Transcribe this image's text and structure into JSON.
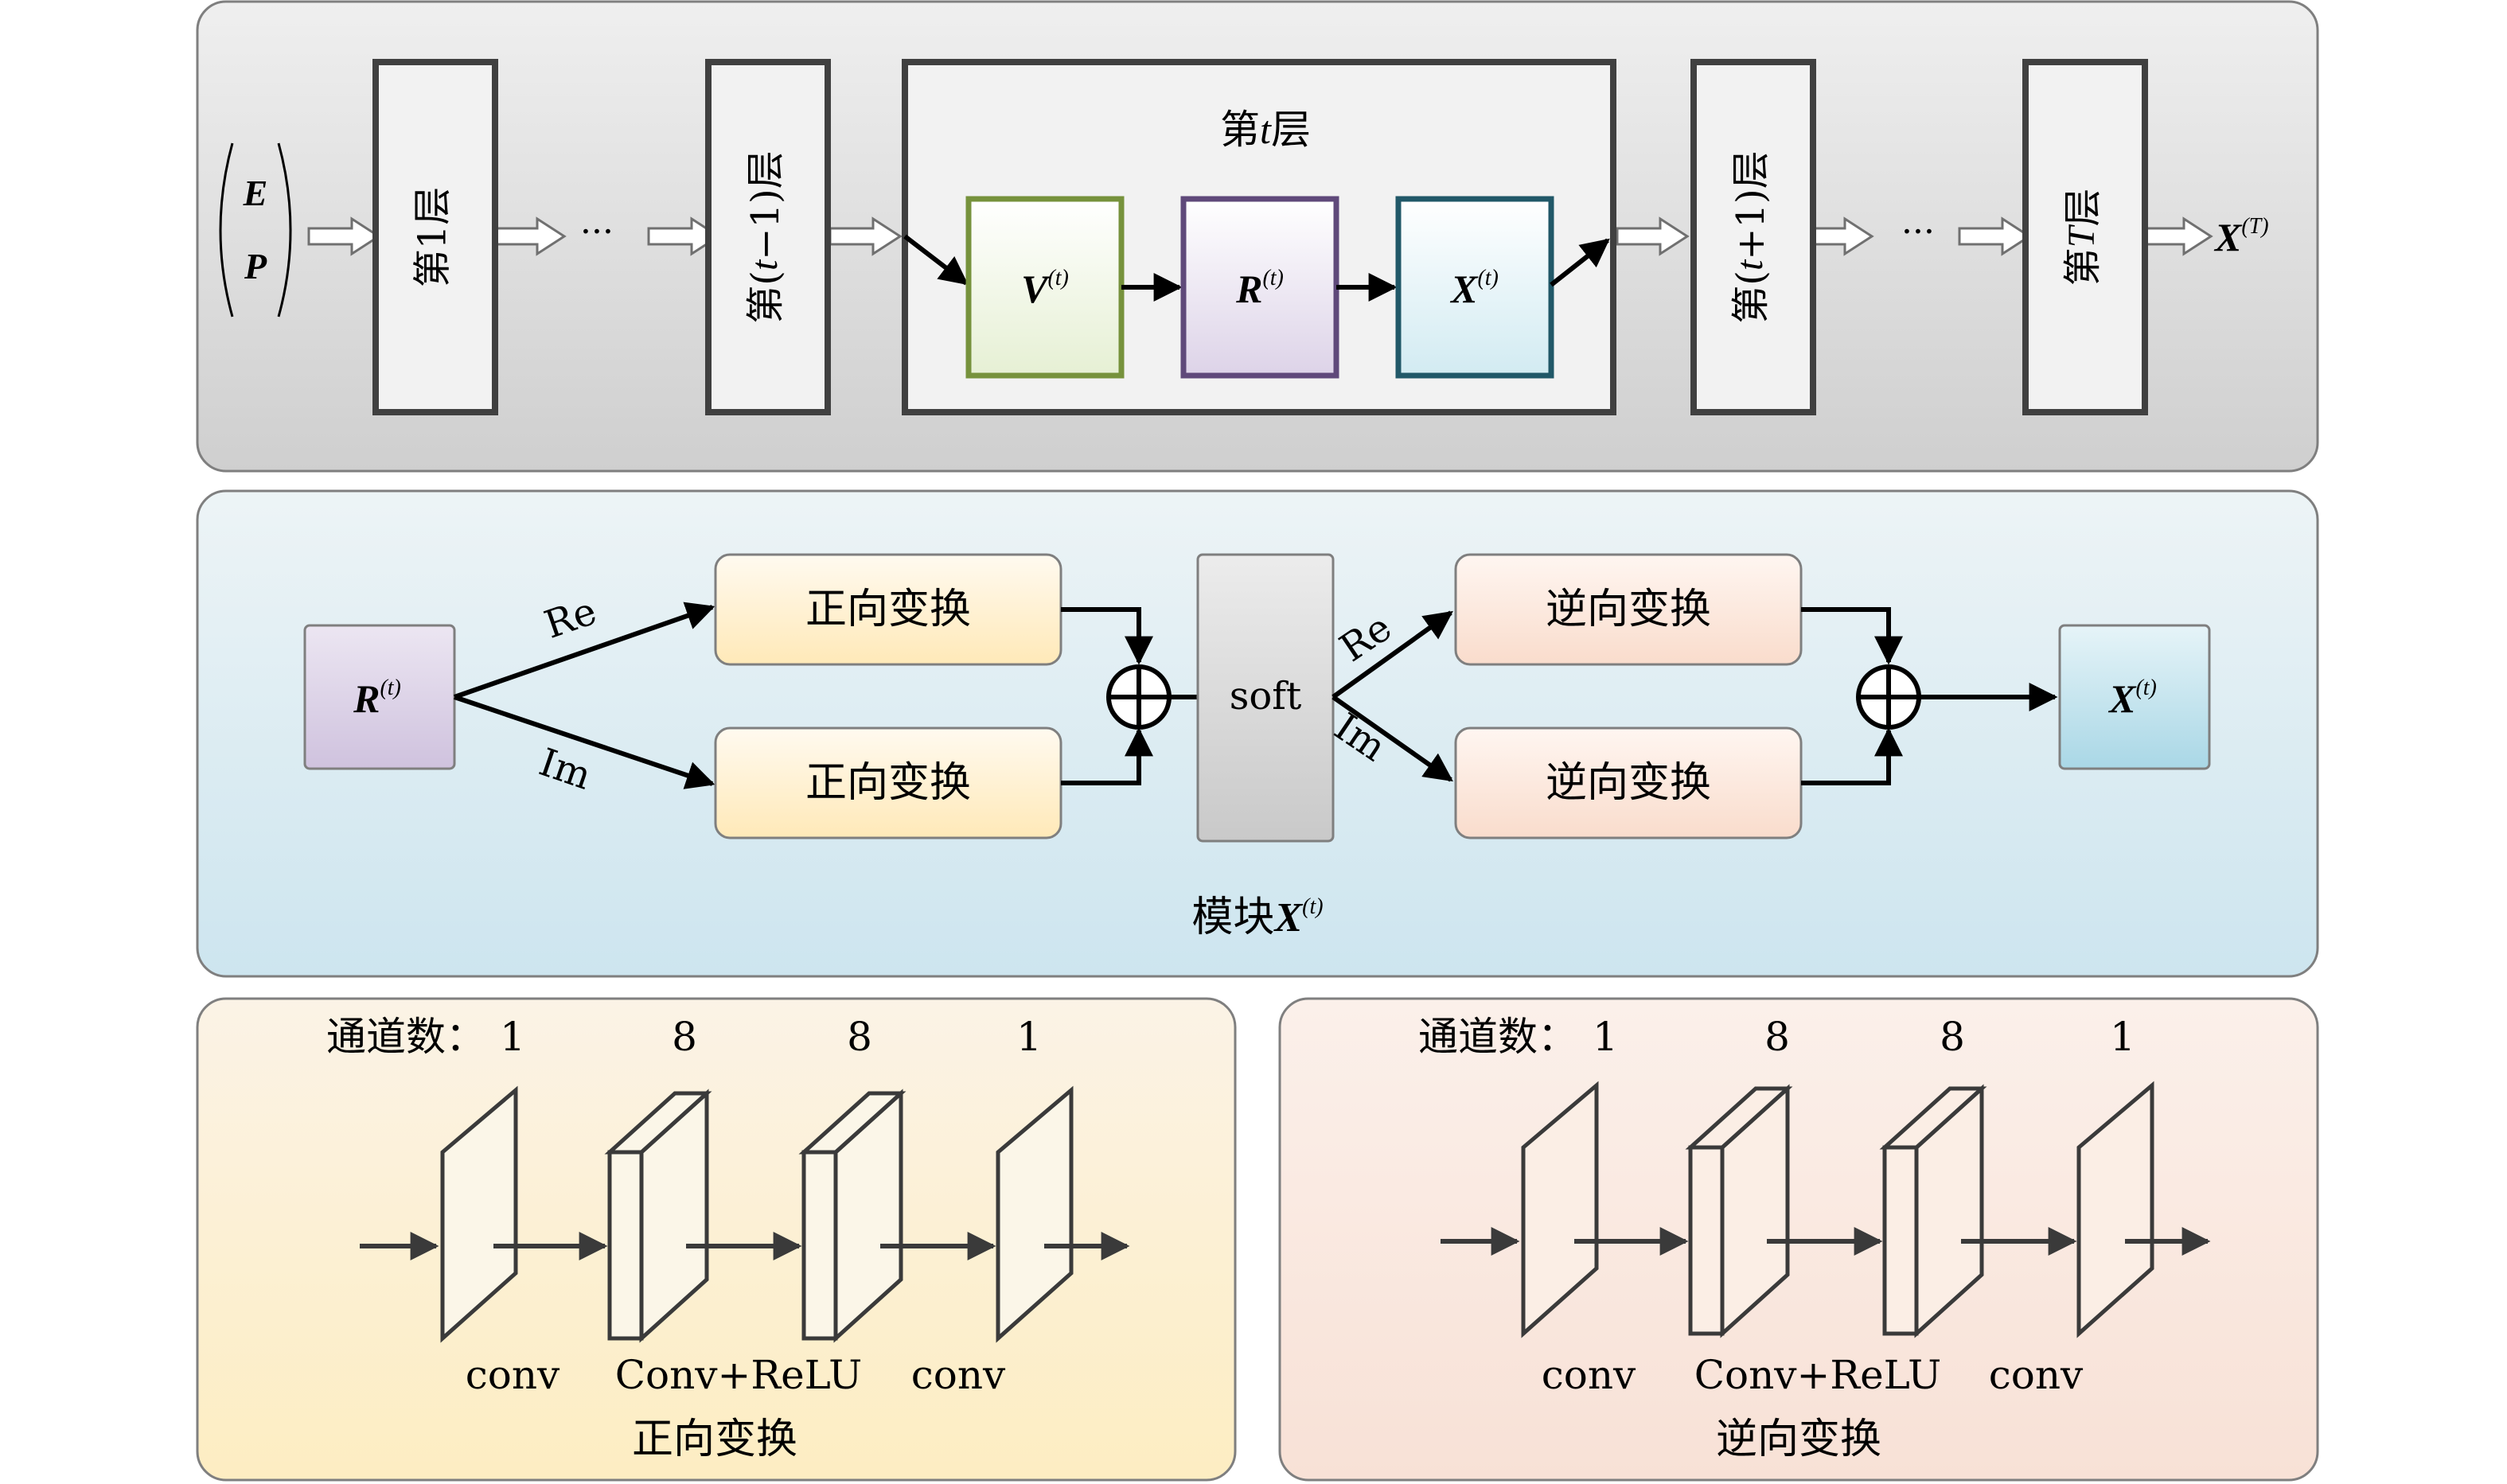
{
  "top_panel": {
    "input_top": "E",
    "input_bottom": "P",
    "layer_1": "第1层",
    "dots_1": "···",
    "layer_prev": {
      "prefix": "第(",
      "var": "t",
      "suffix": "−1)层"
    },
    "layer_t": {
      "prefix": "第",
      "var": "t",
      "suffix": "层"
    },
    "module_v": {
      "base": "V",
      "sup": "(t)"
    },
    "module_r": {
      "base": "R",
      "sup": "(t)"
    },
    "module_x": {
      "base": "X",
      "sup": "(t)"
    },
    "layer_next": {
      "prefix": "第(",
      "var": "t",
      "suffix": "+1)层"
    },
    "dots_2": "···",
    "layer_T": {
      "prefix": "第",
      "var": "T",
      "suffix": "层"
    },
    "output": {
      "base": "X",
      "sup": "(T)"
    }
  },
  "middle_panel": {
    "input": {
      "base": "R",
      "sup": "(t)"
    },
    "re_label_1": "Re",
    "im_label_1": "Im",
    "forward_transform_1": "正向变换",
    "forward_transform_2": "正向变换",
    "soft": "soft",
    "re_label_2": "Re",
    "im_label_2": "Im",
    "inverse_transform_1": "逆向变换",
    "inverse_transform_2": "逆向变换",
    "output": {
      "base": "X",
      "sup": "(t)"
    },
    "caption": {
      "prefix": "模块",
      "base": "X",
      "sup": "(t)"
    }
  },
  "bottom_left_panel": {
    "channels_label": "通道数：",
    "channels": [
      "1",
      "8",
      "8",
      "1"
    ],
    "layer_labels": [
      "conv",
      "Conv+ReLU",
      "conv"
    ],
    "caption": "正向变换"
  },
  "bottom_right_panel": {
    "channels_label": "通道数：",
    "channels": [
      "1",
      "8",
      "8",
      "1"
    ],
    "layer_labels": [
      "conv",
      "Conv+ReLU",
      "conv"
    ],
    "caption": "逆向变换"
  },
  "colors": {
    "top_panel_bg": "#d4d4d4",
    "middle_panel_bg": "#d6e9f1",
    "bottom_left_bg": "#fcefcb",
    "bottom_right_bg": "#f9e5db",
    "v_border": "#76923c",
    "r_border": "#5f497a",
    "x_border": "#215868",
    "forward_box": "#fff1cf",
    "inverse_box": "#fbe3d6",
    "soft_box": "#d8d8d8",
    "input_box": "#d9cfe3",
    "output_box": "#c5e3ec"
  }
}
